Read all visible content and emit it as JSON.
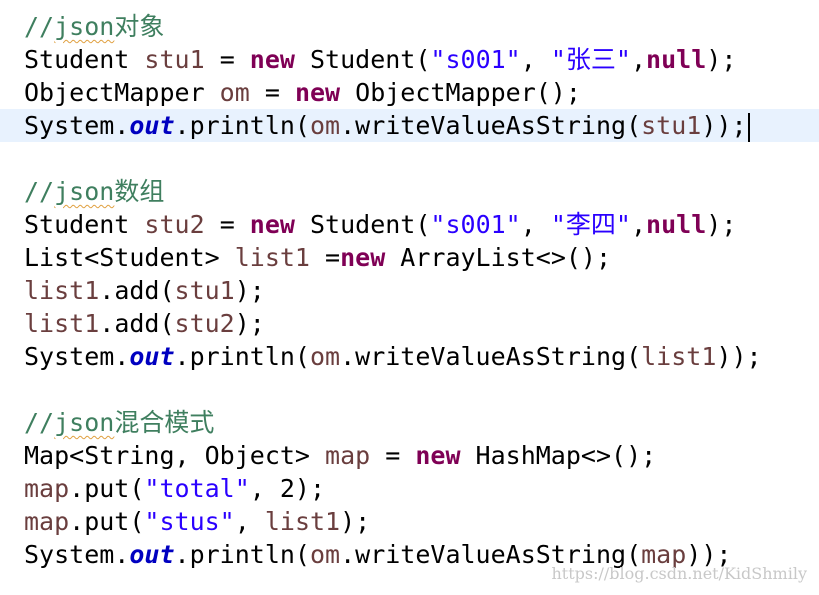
{
  "colors": {
    "comment": "#3f7f5f",
    "keyword": "#7f0055",
    "string": "#2a00ff",
    "variable": "#6a3e3e",
    "static_field": "#0000c0",
    "current_line": "#e8f2fe",
    "watermark": "#c8c8c8"
  },
  "code": {
    "lines": [
      [
        {
          "t": "comment",
          "v": "//"
        },
        {
          "t": "comment json",
          "v": "json"
        },
        {
          "t": "comment cjk",
          "v": "对象"
        }
      ],
      [
        {
          "t": "plain",
          "v": "Student "
        },
        {
          "t": "var",
          "v": "stu1"
        },
        {
          "t": "plain",
          "v": " = "
        },
        {
          "t": "keyword",
          "v": "new"
        },
        {
          "t": "plain",
          "v": " Student("
        },
        {
          "t": "string",
          "v": "\"s001\""
        },
        {
          "t": "plain",
          "v": ", "
        },
        {
          "t": "string",
          "v": "\""
        },
        {
          "t": "string cjk",
          "v": "张三"
        },
        {
          "t": "string",
          "v": "\""
        },
        {
          "t": "plain",
          "v": ","
        },
        {
          "t": "keyword",
          "v": "null"
        },
        {
          "t": "plain",
          "v": ");"
        }
      ],
      [
        {
          "t": "plain",
          "v": "ObjectMapper "
        },
        {
          "t": "var",
          "v": "om"
        },
        {
          "t": "plain",
          "v": " = "
        },
        {
          "t": "keyword",
          "v": "new"
        },
        {
          "t": "plain",
          "v": " ObjectMapper();"
        }
      ],
      [
        {
          "t": "plain",
          "v": "System."
        },
        {
          "t": "field",
          "v": "out"
        },
        {
          "t": "plain",
          "v": ".println("
        },
        {
          "t": "var",
          "v": "om"
        },
        {
          "t": "plain",
          "v": ".writeValueAsString("
        },
        {
          "t": "var",
          "v": "stu1"
        },
        {
          "t": "plain",
          "v": "));"
        }
      ],
      [],
      [
        {
          "t": "comment",
          "v": "//"
        },
        {
          "t": "comment json",
          "v": "json"
        },
        {
          "t": "comment cjk",
          "v": "数组"
        }
      ],
      [
        {
          "t": "plain",
          "v": "Student "
        },
        {
          "t": "var",
          "v": "stu2"
        },
        {
          "t": "plain",
          "v": " = "
        },
        {
          "t": "keyword",
          "v": "new"
        },
        {
          "t": "plain",
          "v": " Student("
        },
        {
          "t": "string",
          "v": "\"s001\""
        },
        {
          "t": "plain",
          "v": ", "
        },
        {
          "t": "string",
          "v": "\""
        },
        {
          "t": "string cjk",
          "v": "李四"
        },
        {
          "t": "string",
          "v": "\""
        },
        {
          "t": "plain",
          "v": ","
        },
        {
          "t": "keyword",
          "v": "null"
        },
        {
          "t": "plain",
          "v": ");"
        }
      ],
      [
        {
          "t": "plain",
          "v": "List<Student> "
        },
        {
          "t": "var",
          "v": "list1"
        },
        {
          "t": "plain",
          "v": " ="
        },
        {
          "t": "keyword",
          "v": "new"
        },
        {
          "t": "plain",
          "v": " ArrayList<>();"
        }
      ],
      [
        {
          "t": "var",
          "v": "list1"
        },
        {
          "t": "plain",
          "v": ".add("
        },
        {
          "t": "var",
          "v": "stu1"
        },
        {
          "t": "plain",
          "v": ");"
        }
      ],
      [
        {
          "t": "var",
          "v": "list1"
        },
        {
          "t": "plain",
          "v": ".add("
        },
        {
          "t": "var",
          "v": "stu2"
        },
        {
          "t": "plain",
          "v": ");"
        }
      ],
      [
        {
          "t": "plain",
          "v": "System."
        },
        {
          "t": "field",
          "v": "out"
        },
        {
          "t": "plain",
          "v": ".println("
        },
        {
          "t": "var",
          "v": "om"
        },
        {
          "t": "plain",
          "v": ".writeValueAsString("
        },
        {
          "t": "var",
          "v": "list1"
        },
        {
          "t": "plain",
          "v": "));"
        }
      ],
      [],
      [
        {
          "t": "comment",
          "v": "//"
        },
        {
          "t": "comment json",
          "v": "json"
        },
        {
          "t": "comment cjk",
          "v": "混合模式"
        }
      ],
      [
        {
          "t": "plain",
          "v": "Map<String, Object> "
        },
        {
          "t": "var",
          "v": "map"
        },
        {
          "t": "plain",
          "v": " = "
        },
        {
          "t": "keyword",
          "v": "new"
        },
        {
          "t": "plain",
          "v": " HashMap<>();"
        }
      ],
      [
        {
          "t": "var",
          "v": "map"
        },
        {
          "t": "plain",
          "v": ".put("
        },
        {
          "t": "string",
          "v": "\"total\""
        },
        {
          "t": "plain",
          "v": ", 2);"
        }
      ],
      [
        {
          "t": "var",
          "v": "map"
        },
        {
          "t": "plain",
          "v": ".put("
        },
        {
          "t": "string",
          "v": "\"stus\""
        },
        {
          "t": "plain",
          "v": ", "
        },
        {
          "t": "var",
          "v": "list1"
        },
        {
          "t": "plain",
          "v": ");"
        }
      ],
      [
        {
          "t": "plain",
          "v": "System."
        },
        {
          "t": "field",
          "v": "out"
        },
        {
          "t": "plain",
          "v": ".println("
        },
        {
          "t": "var",
          "v": "om"
        },
        {
          "t": "plain",
          "v": ".writeValueAsString("
        },
        {
          "t": "var",
          "v": "map"
        },
        {
          "t": "plain",
          "v": "));"
        }
      ]
    ],
    "current_line": 3
  },
  "watermark": {
    "text": "https://blog.csdn.net/KidShmily"
  }
}
